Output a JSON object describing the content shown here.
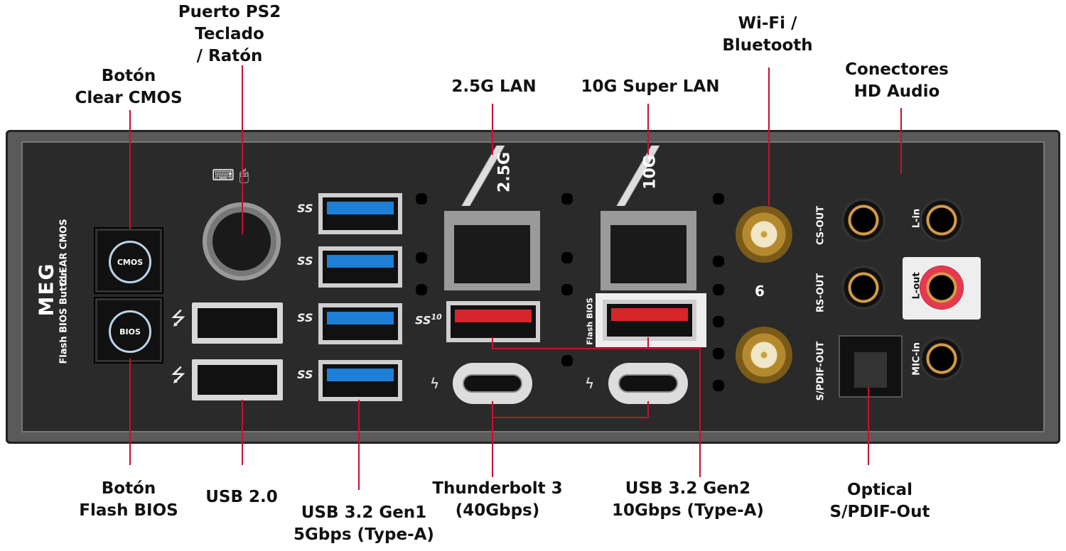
{
  "labels_top": {
    "ps2": [
      "Puerto PS2",
      "Teclado",
      "/ Ratón"
    ],
    "clear_cmos": [
      "Botón",
      "Clear CMOS"
    ],
    "lan25": "2.5G LAN",
    "lan10": "10G Super LAN",
    "wifi": [
      "Wi-Fi /",
      "Bluetooth"
    ],
    "audio": [
      "Conectores",
      "HD Audio"
    ]
  },
  "labels_bottom": {
    "flash_bios": [
      "Botón",
      "Flash BIOS"
    ],
    "usb20": "USB 2.0",
    "usb_gen1": [
      "USB 3.2 Gen1",
      "5Gbps (Type-A)"
    ],
    "thunderbolt": [
      "Thunderbolt 3",
      "(40Gbps)"
    ],
    "usb_gen2": [
      "USB 3.2 Gen2",
      "10Gbps (Type-A)"
    ],
    "optical": [
      "Optical",
      "S/PDIF-Out"
    ]
  },
  "panel": {
    "logo": "MEG",
    "clear_cmos_text": "CLEAR CMOS",
    "flash_bios_text": "Flash BIOS Button",
    "cmos_button": "CMOS",
    "bios_button": "BIOS",
    "ss": "SS",
    "ss10": "10",
    "lan25_badge": "2.5G",
    "lan10_badge": "10G",
    "flash_bios_port": "Flash BIOS",
    "wifi6": "6",
    "cs_out": "CS-OUT",
    "rs_out": "RS-OUT",
    "spdif_out": "S/PDIF-OUT",
    "l_in": "L-in",
    "l_out": "L-out",
    "mic_in": "MIC-in"
  },
  "colors": {
    "callout": "#c8102e",
    "usb3": "#1e7fd6",
    "usb_gen2": "#d6262b",
    "panel": "#2a2a2a"
  }
}
